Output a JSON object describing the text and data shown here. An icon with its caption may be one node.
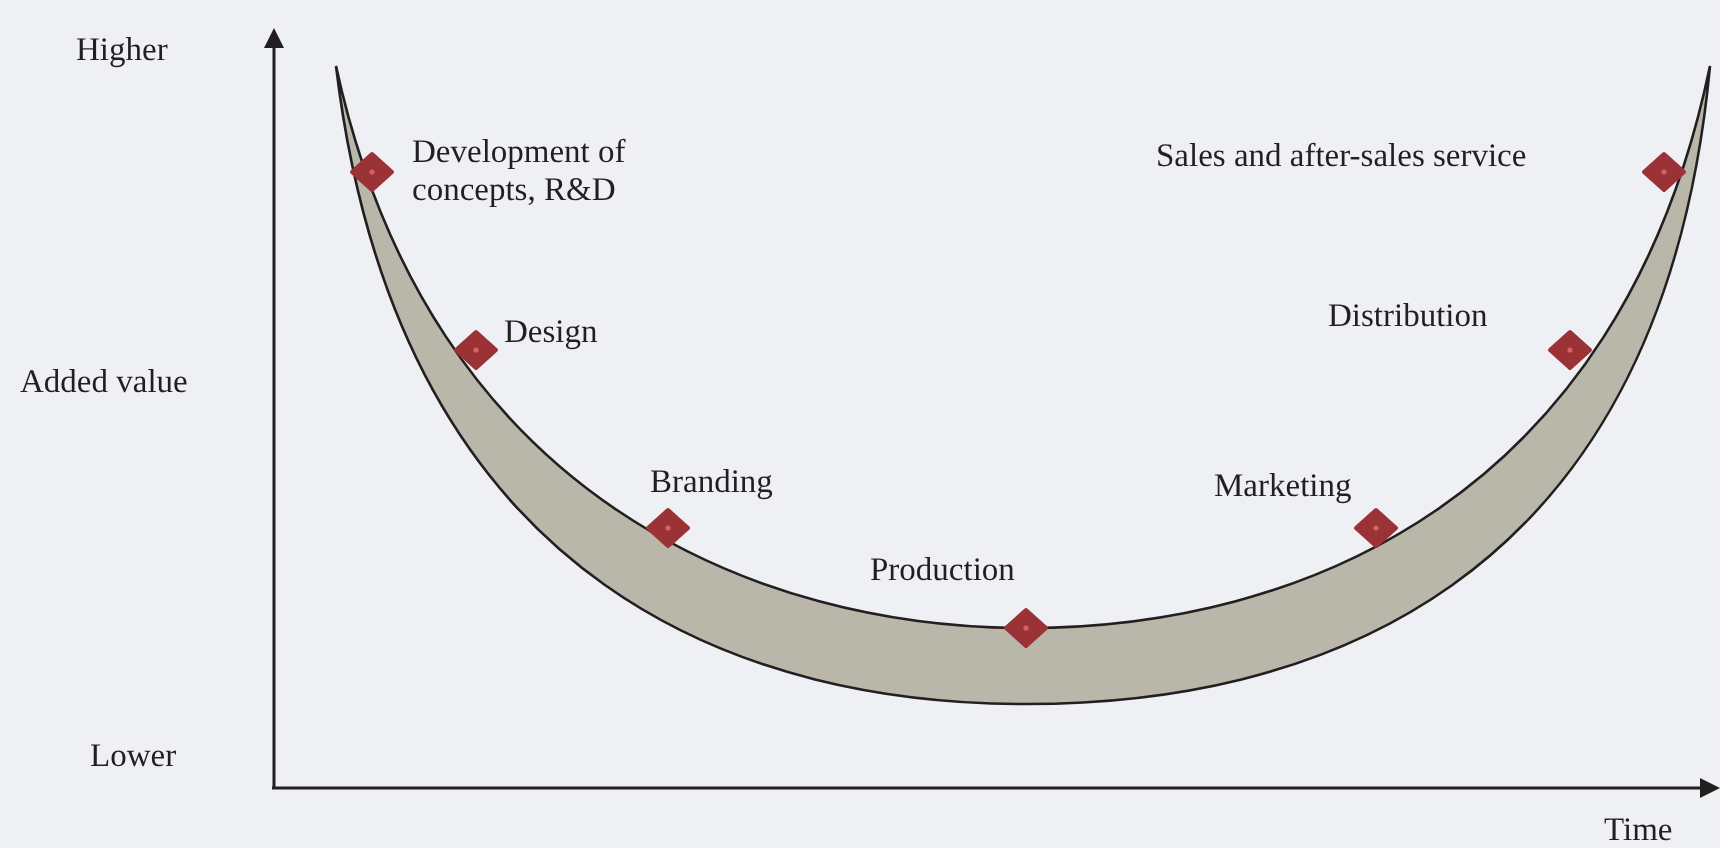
{
  "diagram": {
    "labels": [
      "Higher",
      "Development of concepts, R&D",
      "Sales and after-sales service",
      "Distribution",
      "Design",
      "Added value",
      "Branding",
      "Marketing",
      "Production",
      "Lower",
      "Time"
    ]
  }
}
